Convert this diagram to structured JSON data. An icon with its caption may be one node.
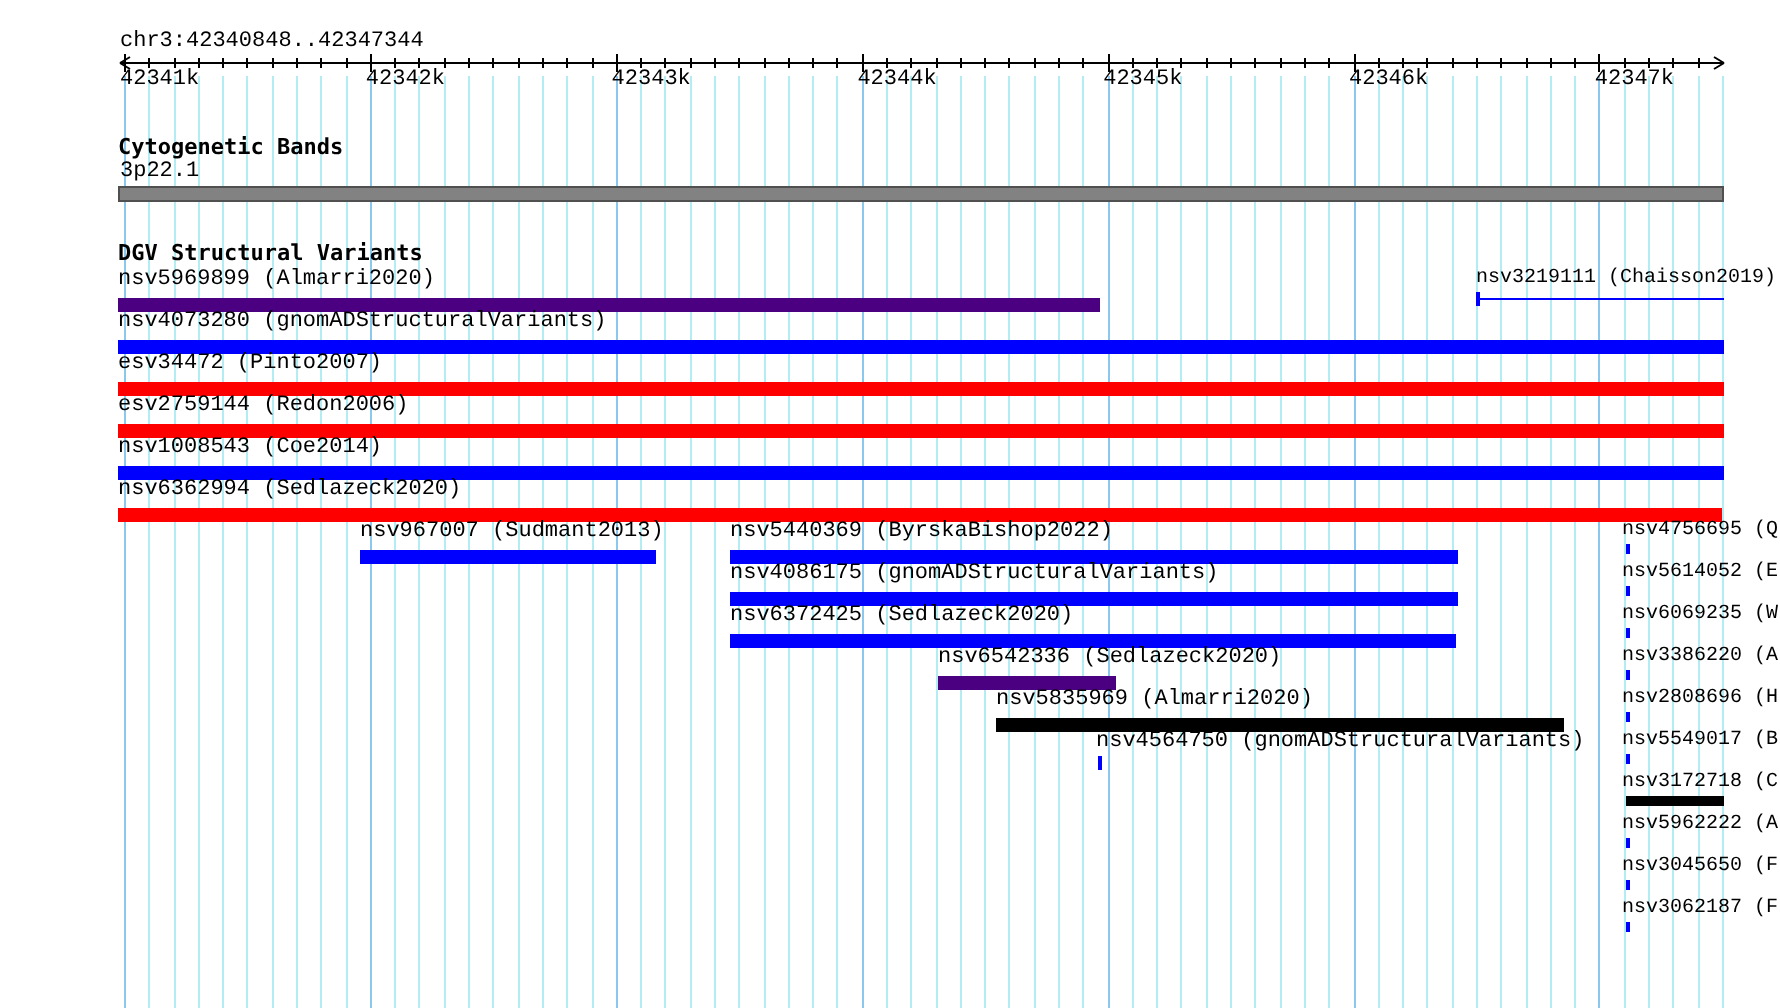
{
  "diagram": {
    "nodes": [
      {
        "text": [
          "Cytogenetic Bands",
          "3p22.1"
        ]
      },
      {
        "text": [
          "nsv5969899 (Almarri2020)"
        ]
      },
      {
        "text": [
          "nsv3219111 (Chaisson2019)"
        ]
      },
      {
        "text": [
          "nsv4073280 (gnomADStructuralVariants)"
        ]
      },
      {
        "text": [
          "esv34472 (Pinto2007)"
        ]
      },
      {
        "text": [
          "esv2759144 (Redon2006)"
        ]
      },
      {
        "text": [
          "nsv1008543 (Coe2014)"
        ]
      },
      {
        "text": [
          "nsv6362994 (Sedlazeck2020)"
        ]
      },
      {
        "text": [
          "nsv967007 (Sudmant2013)"
        ]
      },
      {
        "text": [
          "nsv5440369 (ByrskaBishop2022)"
        ]
      },
      {
        "text": [
          "nsv4086175 (gnomADStructuralVariants)"
        ]
      },
      {
        "text": [
          "nsv6372425 (Sedlazeck2020)"
        ]
      },
      {
        "text": [
          "nsv6542336 (Sedlazeck2020)"
        ]
      },
      {
        "text": [
          "nsv5835969 (Almarri2020)"
        ]
      },
      {
        "text": [
          "nsv4564750 (gnomADStructuralVariants)"
        ]
      },
      {
        "text": [
          "nsv4756695 (Q"
        ]
      },
      {
        "text": [
          "nsv5614052 (E"
        ]
      },
      {
        "text": [
          "nsv6069235 (W"
        ]
      },
      {
        "text": [
          "nsv3386220 (A"
        ]
      },
      {
        "text": [
          "nsv2808696 (H"
        ]
      },
      {
        "text": [
          "nsv5549017 (B"
        ]
      },
      {
        "text": [
          "nsv3172718 (C"
        ]
      },
      {
        "text": [
          "nsv5962222 (A"
        ]
      },
      {
        "text": [
          "nsv3045650 (F"
        ]
      },
      {
        "text": [
          "nsv3062187 (F"
        ]
      }
    ],
    "labels": [
      "chr3:42340848..42347344",
      "42341k",
      "42342k",
      "42343k",
      "42344k",
      "42345k",
      "42346k",
      "42347k",
      "DGV Structural Variants"
    ]
  }
}
